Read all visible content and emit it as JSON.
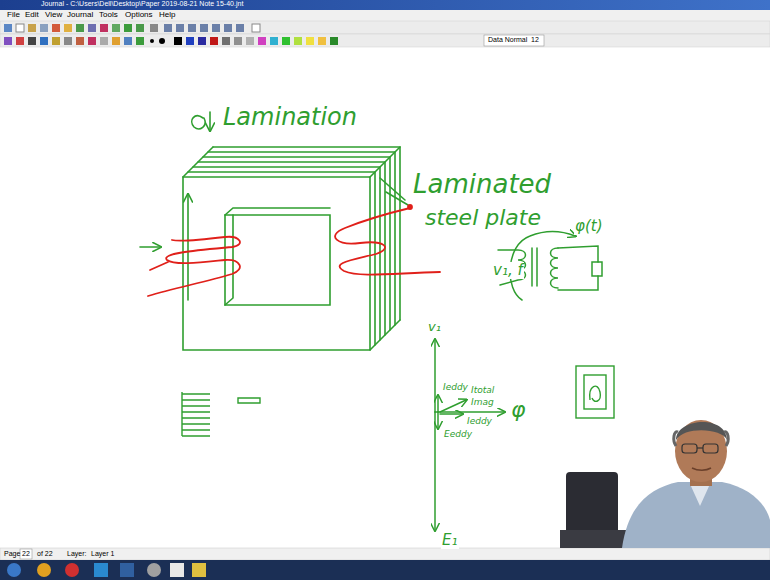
{
  "diagram": {
    "labels": [
      "Journal - C:\\Users\\Dell\\Desktop\\Paper 2019-08-21 Note 15-40.jnt",
      "File",
      "Edit",
      "View",
      "Journal",
      "Tools",
      "Options",
      "Help",
      "Data Normal",
      "12",
      "Lamination",
      "Laminated",
      "steel plate",
      "φ(t)",
      "v₁, f",
      "v₁",
      "Ieddy",
      "Itotal",
      "Imag",
      "φ",
      "Eeddy",
      "Ieddy",
      "E₁",
      "Page",
      "22",
      "of 22",
      "Layer:",
      "Layer 1"
    ]
  }
}
